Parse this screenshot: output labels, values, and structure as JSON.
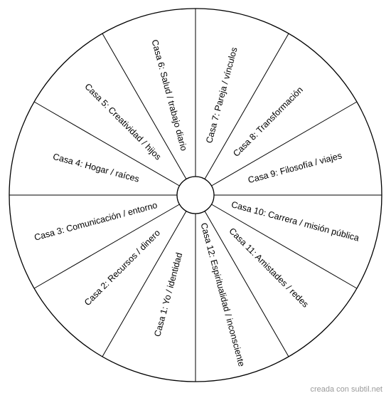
{
  "diagram": {
    "houses": [
      {
        "id": 1,
        "label": "Casa 1: Yo / identidad"
      },
      {
        "id": 2,
        "label": "Casa 2: Recursos / dinero"
      },
      {
        "id": 3,
        "label": "Casa 3: Comunicación / entorno"
      },
      {
        "id": 4,
        "label": "Casa 4: Hogar / raíces"
      },
      {
        "id": 5,
        "label": "Casa 5: Creatividad / hijos"
      },
      {
        "id": 6,
        "label": "Casa 6: Salud / trabajo diario"
      },
      {
        "id": 7,
        "label": "Casa 7: Pareja / vínculos"
      },
      {
        "id": 8,
        "label": "Casa 8: Transformación"
      },
      {
        "id": 9,
        "label": "Casa 9: Filosofía / viajes"
      },
      {
        "id": 10,
        "label": "Casa 10: Carrera / misión pública"
      },
      {
        "id": 11,
        "label": "Casa 11: Amistades / redes"
      },
      {
        "id": 12,
        "label": "Casa 12: Espiritualidad / inconsciente"
      }
    ],
    "colors": {
      "line": "#000000",
      "fill": "#ffffff",
      "text": "#000000"
    }
  },
  "footer": {
    "credit": "creada con subtil.net"
  }
}
